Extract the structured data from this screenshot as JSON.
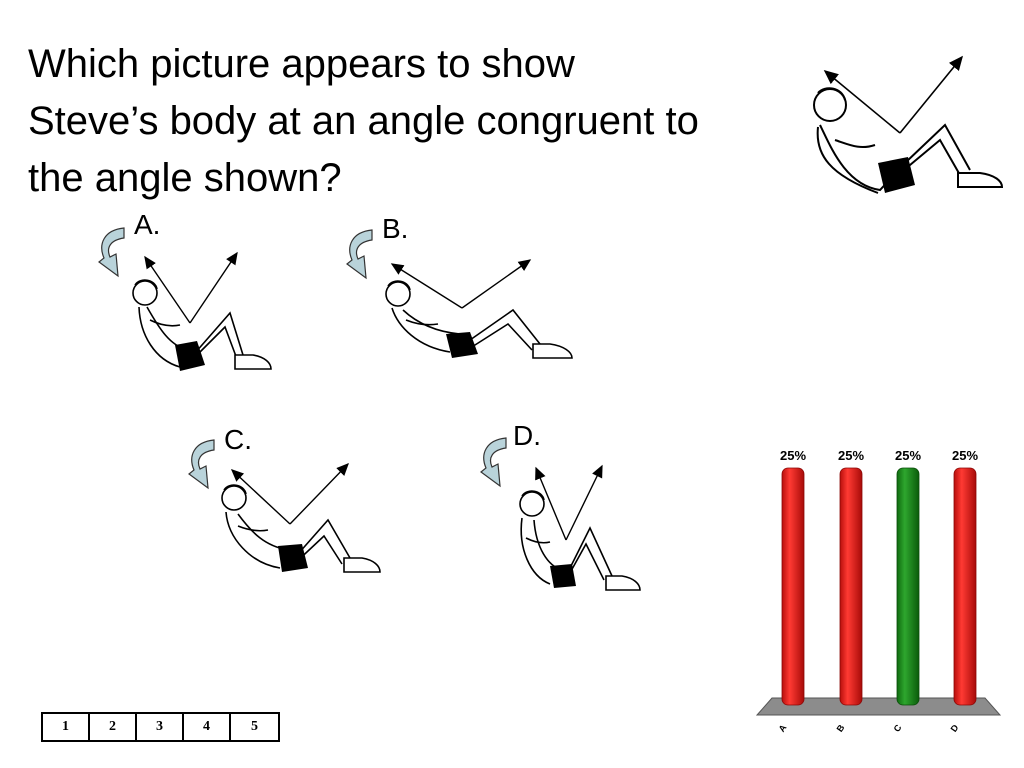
{
  "question": {
    "lines": [
      "Which picture appears to show",
      "Steve’s body at an angle congruent to",
      "the angle shown?"
    ]
  },
  "options": [
    {
      "label": "A.",
      "icon": "rotate-arrow-icon"
    },
    {
      "label": "B.",
      "icon": "rotate-arrow-icon"
    },
    {
      "label": "C.",
      "icon": "rotate-arrow-icon"
    },
    {
      "label": "D.",
      "icon": "rotate-arrow-icon"
    }
  ],
  "chart_data": {
    "type": "bar",
    "categories": [
      "A",
      "B",
      "C",
      "D"
    ],
    "values": [
      25,
      25,
      25,
      25
    ],
    "data_labels": [
      "25%",
      "25%",
      "25%",
      "25%"
    ],
    "colors": [
      "#e8221e",
      "#e8221e",
      "#1f8c1f",
      "#e8221e"
    ],
    "ylim": [
      0,
      100
    ],
    "title": "",
    "xlabel": "",
    "ylabel": ""
  },
  "pager": {
    "pages": [
      "1",
      "2",
      "3",
      "4",
      "5"
    ]
  },
  "colors": {
    "correct": "#1f8c1f",
    "incorrect": "#e8221e",
    "rotate_arrow_fill": "#b9d3da",
    "platform": "#8c8c8c"
  }
}
